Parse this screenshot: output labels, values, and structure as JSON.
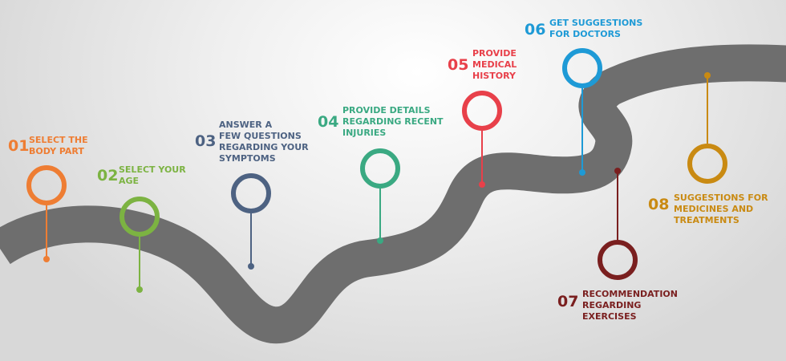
{
  "colors": {
    "road": "#6e6e6e",
    "road_edge": "#5a5a5a"
  },
  "steps": [
    {
      "number": "01",
      "label_lines": [
        "SELECT THE",
        "BODY PART"
      ],
      "color": "#ee7d33"
    },
    {
      "number": "02",
      "label_lines": [
        "SELECT YOUR",
        "AGE"
      ],
      "color": "#7cb342"
    },
    {
      "number": "03",
      "label_lines": [
        "ANSWER A",
        "FEW QUESTIONS",
        "REGARDING YOUR",
        "SYMPTOMS"
      ],
      "color": "#4d6282"
    },
    {
      "number": "04",
      "label_lines": [
        "PROVIDE DETAILS",
        "REGARDING RECENT",
        "INJURIES"
      ],
      "color": "#3aa982"
    },
    {
      "number": "05",
      "label_lines": [
        "PROVIDE",
        "MEDICAL",
        "HISTORY"
      ],
      "color": "#e8404a"
    },
    {
      "number": "06",
      "label_lines": [
        "GET SUGGESTIONS",
        "FOR DOCTORS"
      ],
      "color": "#1e9ad6"
    },
    {
      "number": "07",
      "label_lines": [
        "RECOMMENDATION",
        "REGARDING",
        "EXERCISES"
      ],
      "color": "#7a1f1f"
    },
    {
      "number": "08",
      "label_lines": [
        "SUGGESTIONS FOR",
        "MEDICINES AND",
        "TREATMENTS"
      ],
      "color": "#c98a12"
    }
  ]
}
